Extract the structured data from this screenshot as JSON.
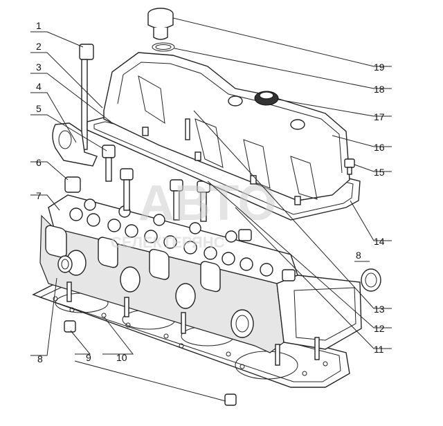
{
  "watermark": {
    "primary": "AВТО",
    "secondary": "СЕЛЕКТЕРЯНС"
  },
  "callouts": [
    {
      "id": "c1",
      "label": "1"
    },
    {
      "id": "c2",
      "label": "2"
    },
    {
      "id": "c3",
      "label": "3"
    },
    {
      "id": "c4",
      "label": "4"
    },
    {
      "id": "c5",
      "label": "5"
    },
    {
      "id": "c6",
      "label": "6"
    },
    {
      "id": "c7",
      "label": "7"
    },
    {
      "id": "c8a",
      "label": "8"
    },
    {
      "id": "c8b",
      "label": "8"
    },
    {
      "id": "c9",
      "label": "9"
    },
    {
      "id": "c10",
      "label": "10"
    },
    {
      "id": "c11",
      "label": "11"
    },
    {
      "id": "c12",
      "label": "12"
    },
    {
      "id": "c13",
      "label": "13"
    },
    {
      "id": "c14",
      "label": "14"
    },
    {
      "id": "c15",
      "label": "15"
    },
    {
      "id": "c16",
      "label": "16"
    },
    {
      "id": "c17",
      "label": "17"
    },
    {
      "id": "c18",
      "label": "18"
    },
    {
      "id": "c19",
      "label": "19"
    }
  ]
}
